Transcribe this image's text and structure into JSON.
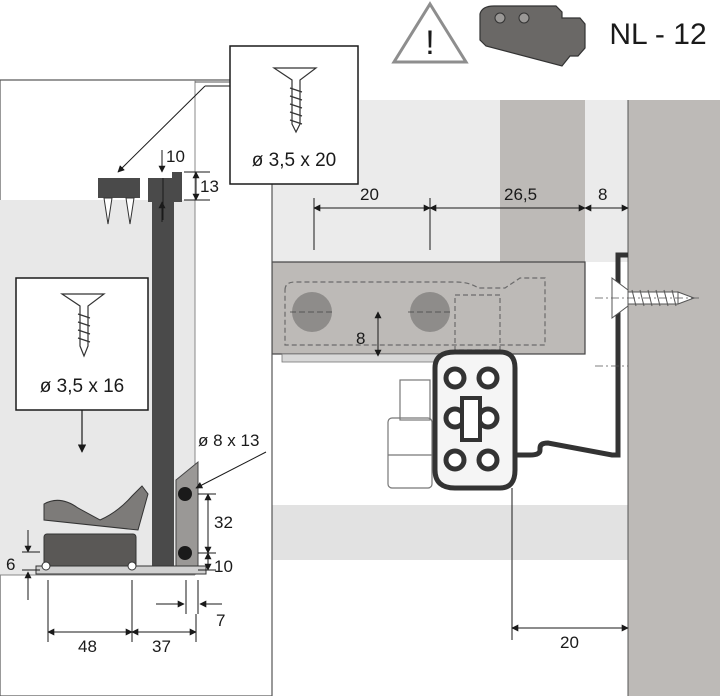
{
  "header": {
    "warning_icon": "warning-triangle-icon",
    "warning_mark": "!",
    "product_code": "NL - 12"
  },
  "callouts": {
    "screw_top": "ø 3,5 x 20",
    "screw_left": "ø 3,5 x 16",
    "hole": "ø 8 x 13"
  },
  "dimensions": {
    "d10_top": "10",
    "d13": "13",
    "d20_top": "20",
    "d26_5": "26,5",
    "d8_right": "8",
    "d8_mid": "8",
    "d32": "32",
    "d10_bottom": "10",
    "d6": "6",
    "d7": "7",
    "d48": "48",
    "d37": "37",
    "d20_bottom": "20"
  },
  "colors": {
    "panel_gray": "#bdbab7",
    "light_gray": "#e6e6e6",
    "dark_part": "#4a4a4a",
    "mid_gray": "#7d7b79",
    "line": "#1a1a1a"
  }
}
